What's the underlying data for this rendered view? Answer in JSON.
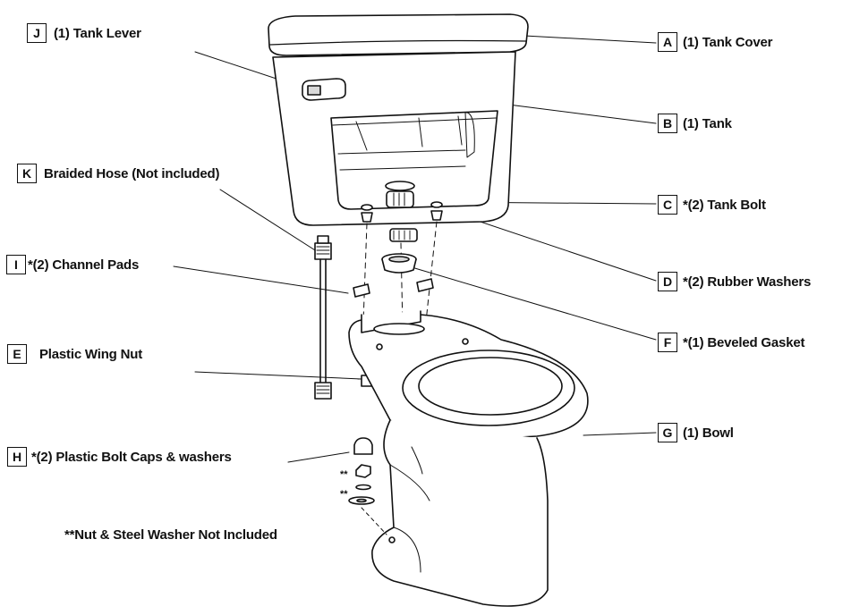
{
  "callouts": {
    "A": {
      "letter": "A",
      "text": "(1) Tank Cover"
    },
    "B": {
      "letter": "B",
      "text": "(1) Tank"
    },
    "C": {
      "letter": "C",
      "text": "*(2) Tank Bolt"
    },
    "D": {
      "letter": "D",
      "text": "*(2) Rubber Washers"
    },
    "F": {
      "letter": "F",
      "text": "*(1) Beveled Gasket"
    },
    "G": {
      "letter": "G",
      "text": "(1) Bowl"
    },
    "J": {
      "letter": "J",
      "text": "(1) Tank Lever"
    },
    "K": {
      "letter": "K",
      "text": "Braided Hose (Not included)"
    },
    "I": {
      "letter": "I",
      "text": "*(2) Channel Pads"
    },
    "E": {
      "letter": "E",
      "text": "Plastic Wing Nut"
    },
    "H": {
      "letter": "H",
      "text": "*(2) Plastic Bolt Caps & washers"
    }
  },
  "markers": {
    "not_included_1": "**",
    "not_included_2": "**"
  },
  "footnote": "**Nut & Steel Washer Not Included",
  "colors": {
    "line": "#111111",
    "fill": "#ffffff",
    "shade": "#d9d9d9"
  }
}
